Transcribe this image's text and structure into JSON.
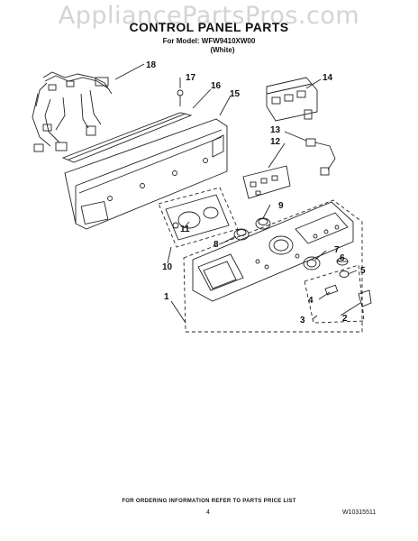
{
  "watermark": "AppliancePartsPros.com",
  "title": "CONTROL PANEL PARTS",
  "model_line": "For Model: WFW9410XW00",
  "color_line": "(White)",
  "callouts": [
    "18",
    "17",
    "16",
    "15",
    "14",
    "13",
    "12",
    "9",
    "11",
    "8",
    "10",
    "7",
    "6",
    "5",
    "4",
    "3",
    "2",
    "1"
  ],
  "footer_note": "FOR ORDERING INFORMATION REFER TO PARTS PRICE LIST",
  "page_number": "4",
  "doc_number": "W10315511"
}
